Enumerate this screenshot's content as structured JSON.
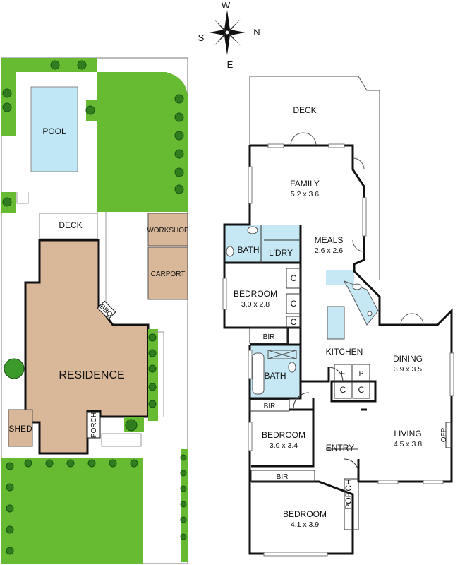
{
  "compass": {
    "n": "N",
    "s": "S",
    "e": "E",
    "w": "W"
  },
  "site": {
    "pool": "POOL",
    "deck": "DECK",
    "workshop": "WORKSHOP",
    "carport": "CARPORT",
    "bbq": "BBQ",
    "residence": "RESIDENCE",
    "porch": "PORCH",
    "shed": "SHED"
  },
  "floor": {
    "deck": "DECK",
    "family": {
      "name": "FAMILY",
      "size": "5.2 x 3.6"
    },
    "meals": {
      "name": "MEALS",
      "size": "2.6 x 2.6"
    },
    "bath1": "BATH",
    "laundry": "L'DRY",
    "bedroom1": {
      "name": "BEDROOM",
      "size": "3.0 x 2.8"
    },
    "c_labels": [
      "C",
      "C",
      "C",
      "C",
      "C"
    ],
    "bir": [
      "BIR",
      "BIR",
      "BIR"
    ],
    "kitchen": "KITCHEN",
    "f": "F",
    "p": "P",
    "bath2": "BATH",
    "dining": {
      "name": "DINING",
      "size": "3.9 x 3.5"
    },
    "bedroom2": {
      "name": "BEDROOM",
      "size": "3.0 x 3.4"
    },
    "entry": "ENTRY",
    "living": {
      "name": "LIVING",
      "size": "4.5 x 3.8"
    },
    "ofp": "OFP",
    "porch": "PORCH",
    "bedroom3": {
      "name": "BEDROOM",
      "size": "4.1 x 3.9"
    }
  },
  "colors": {
    "lawn": "#66bb33",
    "pool": "#bfe7f5",
    "residence": "#d9b89a",
    "wet": "#c5e8f4",
    "wall": "#111111"
  }
}
